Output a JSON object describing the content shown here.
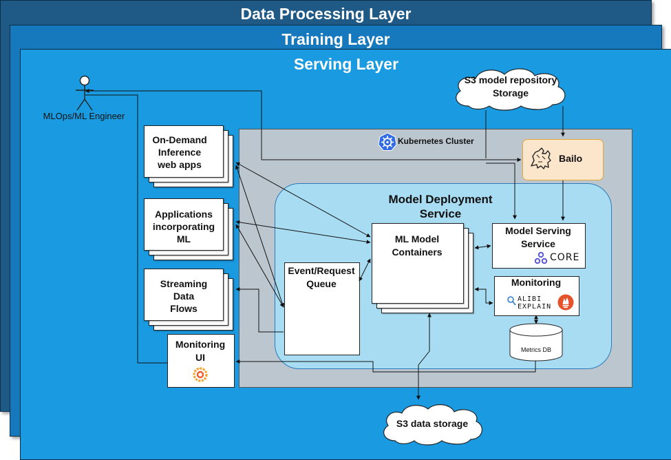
{
  "layers": {
    "data_processing": "Data Processing Layer",
    "training": "Training Layer",
    "serving": "Serving Layer"
  },
  "actor": {
    "label": "MLOps/ML Engineer"
  },
  "clouds": {
    "s3_model_repo_line1": "S3 model repository",
    "s3_model_repo_line2": "Storage",
    "s3_data": "S3 data storage"
  },
  "kubernetes": {
    "label": "Kubernetes Cluster"
  },
  "bailo": {
    "label": "Bailo"
  },
  "model_deployment": {
    "line1": "Model Deployment",
    "line2": "Service"
  },
  "containers": {
    "line1": "ML Model",
    "line2": "Containers"
  },
  "queue": {
    "line1": "Event/Request",
    "line2": "Queue"
  },
  "model_serving": {
    "line1": "Model Serving",
    "line2": "Service",
    "core_logo": "CORE"
  },
  "monitoring": {
    "label": "Monitoring",
    "alibi_line1": "ALIBI",
    "alibi_line2": "EXPLAIN"
  },
  "metrics_db": {
    "label": "Metrics DB"
  },
  "apps": {
    "on_demand": [
      "On-Demand",
      "Inference",
      "web apps"
    ],
    "applications": [
      "Applications",
      "incorporating",
      "ML"
    ],
    "streaming": [
      "Streaming",
      "Data",
      "Flows"
    ]
  },
  "monitoring_ui": {
    "line1": "Monitoring",
    "line2": "UI"
  },
  "colors": {
    "layer_data": "#1f5a86",
    "layer_training": "#1779bd",
    "layer_serving": "#1a9ae0",
    "k8s_cluster": "#bcc6ce",
    "model_deployment": "#a8dcf2",
    "bailo_fill": "#fbe5cb",
    "bailo_border": "#e3a83c"
  }
}
